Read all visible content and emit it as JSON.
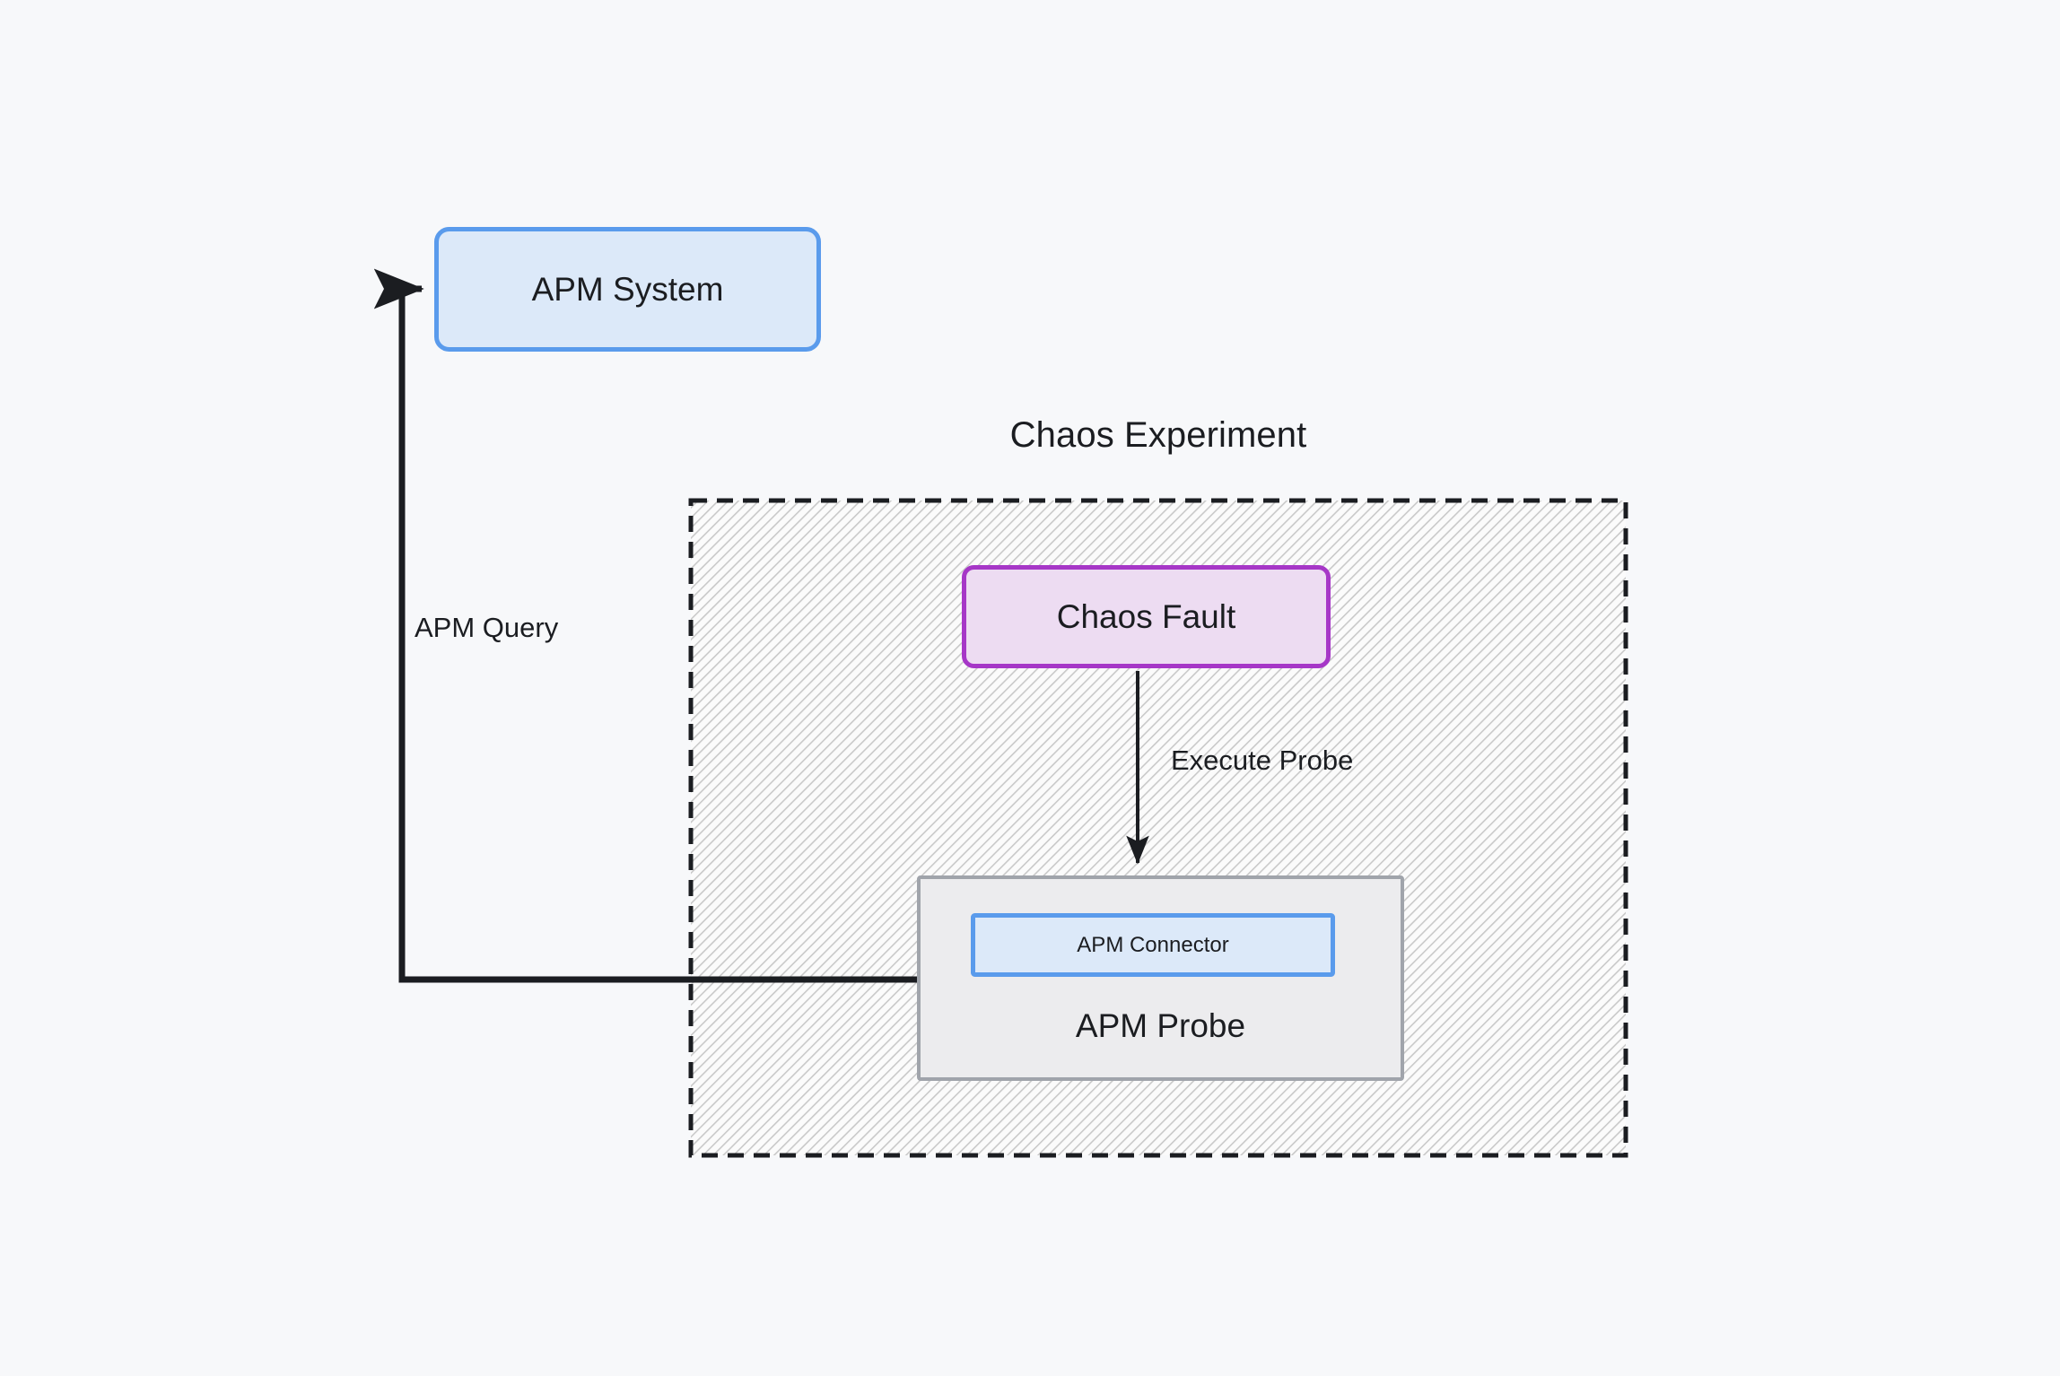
{
  "diagram": {
    "type": "flow-diagram",
    "background_color": "#f7f8fa",
    "container": {
      "title": "Chaos Experiment",
      "border_style": "dashed",
      "border_color": "#1b1d21",
      "fill_pattern": "diagonal-hatch",
      "fill_color": "#e8e8e8"
    },
    "nodes": [
      {
        "id": "apm-system",
        "label": "APM System",
        "fill": "#dce9f9",
        "stroke": "#5a9bec",
        "shape": "rounded-rect"
      },
      {
        "id": "chaos-fault",
        "label": "Chaos Fault",
        "fill": "#eddcf2",
        "stroke": "#a637c7",
        "shape": "rounded-rect"
      },
      {
        "id": "apm-probe",
        "label": "APM Probe",
        "fill": "#ececee",
        "stroke": "#a0a4ab",
        "shape": "rect-cluster"
      },
      {
        "id": "apm-connector",
        "label": "APM Connector",
        "fill": "#dce9f9",
        "stroke": "#5a9bec",
        "shape": "rect"
      }
    ],
    "edges": [
      {
        "id": "execute-probe",
        "label": "Execute Probe",
        "from": "chaos-fault",
        "to": "apm-probe",
        "direction": "down",
        "arrow": true
      },
      {
        "id": "apm-query",
        "label": "APM Query",
        "from": "apm-probe",
        "to": "apm-system",
        "direction": "left-then-up",
        "arrow": true
      }
    ]
  }
}
